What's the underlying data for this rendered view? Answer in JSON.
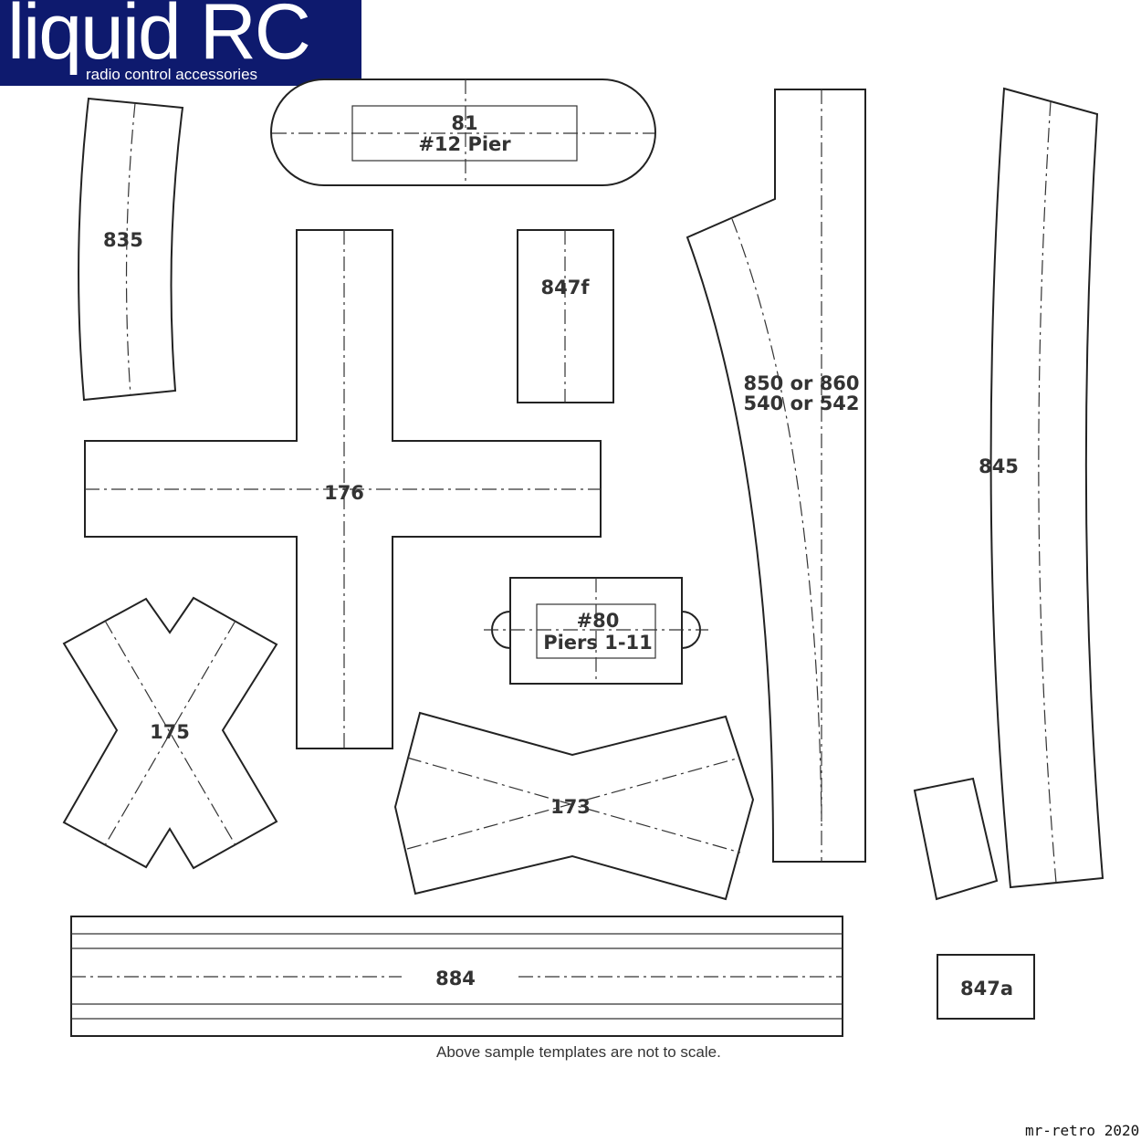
{
  "logo": {
    "main": "liquid RC",
    "tagline": "radio control accessories",
    "background": "#0e1a6e"
  },
  "labels": {
    "t835": "835",
    "t81_a": "81",
    "t81_b": "#12 Pier",
    "t847f": "847f",
    "t850_a": "850 or 860",
    "t850_b": "540 or 542",
    "t845": "845",
    "t176": "176",
    "t80_a": "#80",
    "t80_b": "Piers 1-11",
    "t175": "175",
    "t173": "173",
    "t884": "884",
    "t847a": "847a"
  },
  "note": "Above sample templates are not to scale.",
  "credit": "mr-retro  2020"
}
